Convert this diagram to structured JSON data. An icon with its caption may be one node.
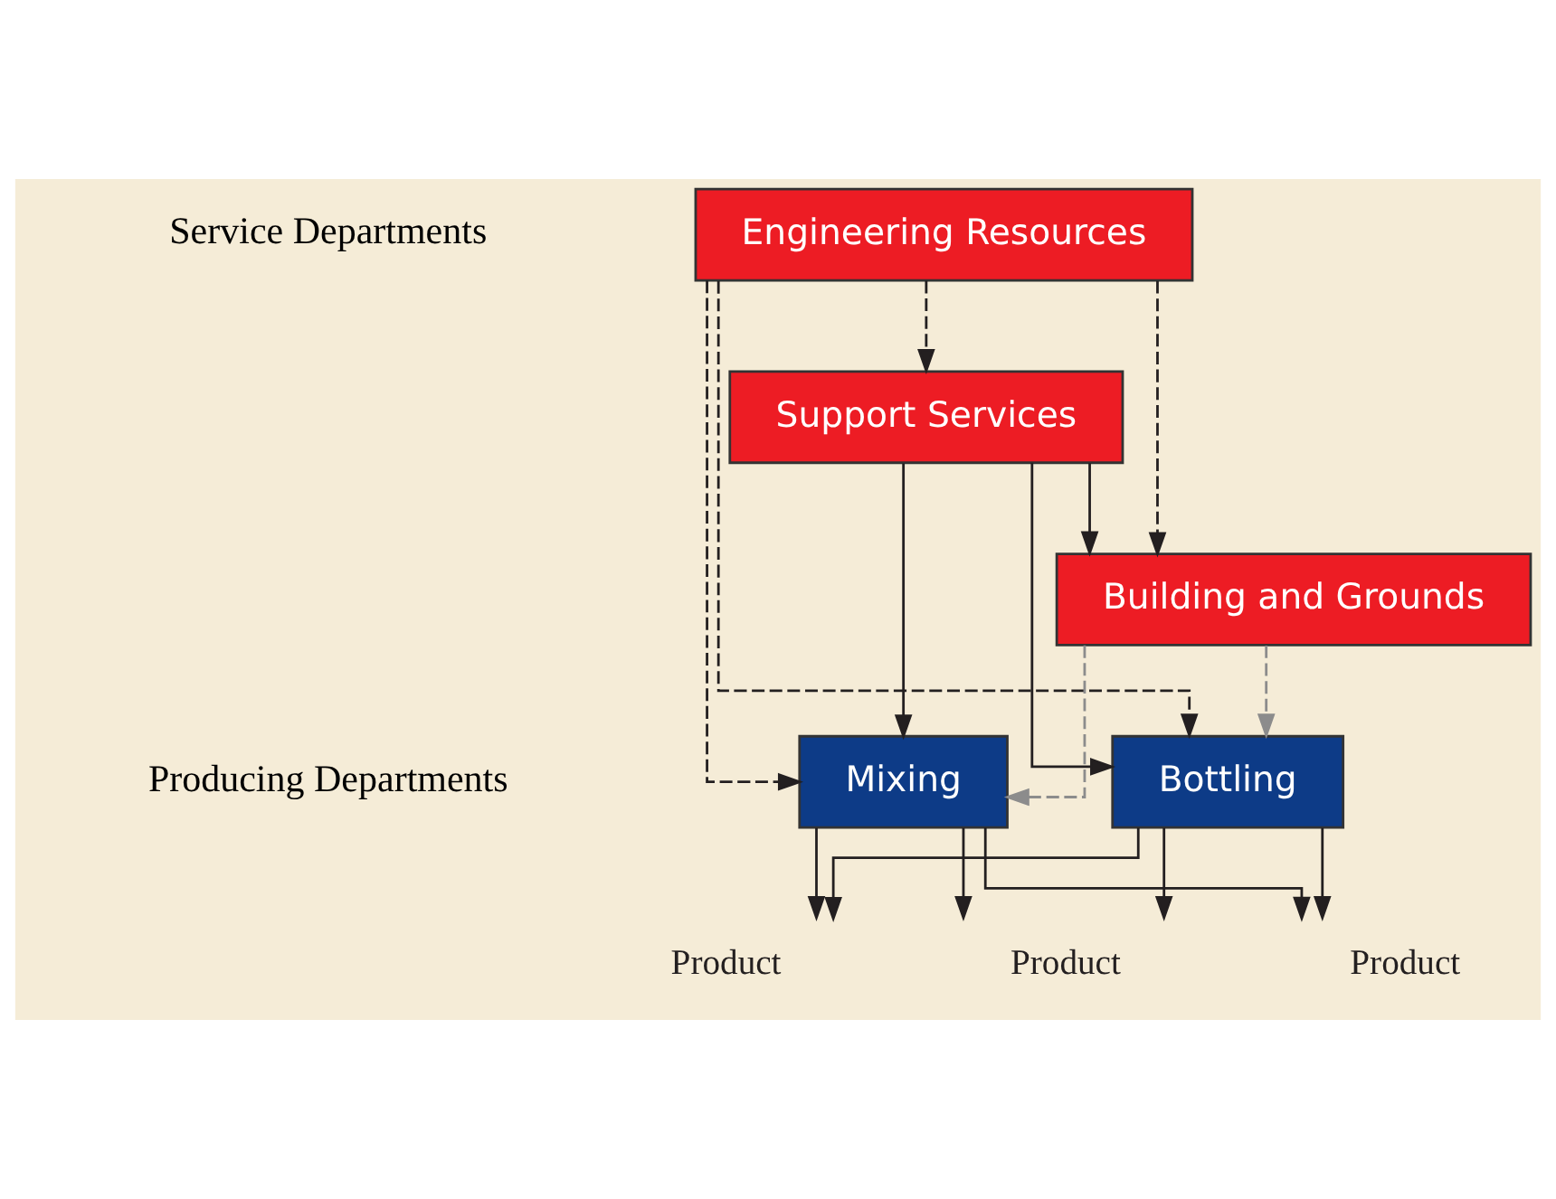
{
  "diagram": {
    "nodes": [
      {
        "text": [
          "Engineering Resources"
        ]
      },
      {
        "text": [
          "Support Services"
        ]
      },
      {
        "text": [
          "Building and Grounds"
        ]
      },
      {
        "text": [
          "Mixing"
        ]
      },
      {
        "text": [
          "Bottling"
        ]
      },
      {
        "text": [
          "Product"
        ]
      },
      {
        "text": [
          "Product"
        ]
      },
      {
        "text": [
          "Product"
        ]
      }
    ],
    "edges": [
      {
        "from": 0,
        "to": 2,
        "arrow": "to",
        "style": "dashed"
      },
      {
        "from": 0,
        "to": 1,
        "arrow": "to",
        "style": "dashed"
      },
      {
        "from": 1,
        "to": 2,
        "arrow": "to"
      },
      {
        "from": 0,
        "to": 3,
        "arrow": "to",
        "style": "dashed"
      },
      {
        "from": 0,
        "to": 4,
        "arrow": "to",
        "style": "dashed"
      },
      {
        "from": 2,
        "to": 3,
        "arrow": "to",
        "style": "dashed",
        "color": "#8c8c8c"
      },
      {
        "from": 2,
        "to": 4,
        "arrow": "to",
        "style": "dashed",
        "color": "#8c8c8c"
      },
      {
        "from": 1,
        "to": 3,
        "arrow": "to"
      },
      {
        "from": 1,
        "to": 4,
        "arrow": "to"
      },
      {
        "from": 3,
        "to": 5,
        "arrow": "to"
      },
      {
        "from": 3,
        "to": 6,
        "arrow": "to"
      },
      {
        "from": 3,
        "to": 7,
        "arrow": "to"
      },
      {
        "from": 4,
        "to": 5,
        "arrow": "to"
      },
      {
        "from": 4,
        "to": 6,
        "arrow": "to"
      },
      {
        "from": 4,
        "to": 7,
        "arrow": "to"
      }
    ],
    "labels": [
      "Service Departments",
      "Producing Departments"
    ]
  }
}
